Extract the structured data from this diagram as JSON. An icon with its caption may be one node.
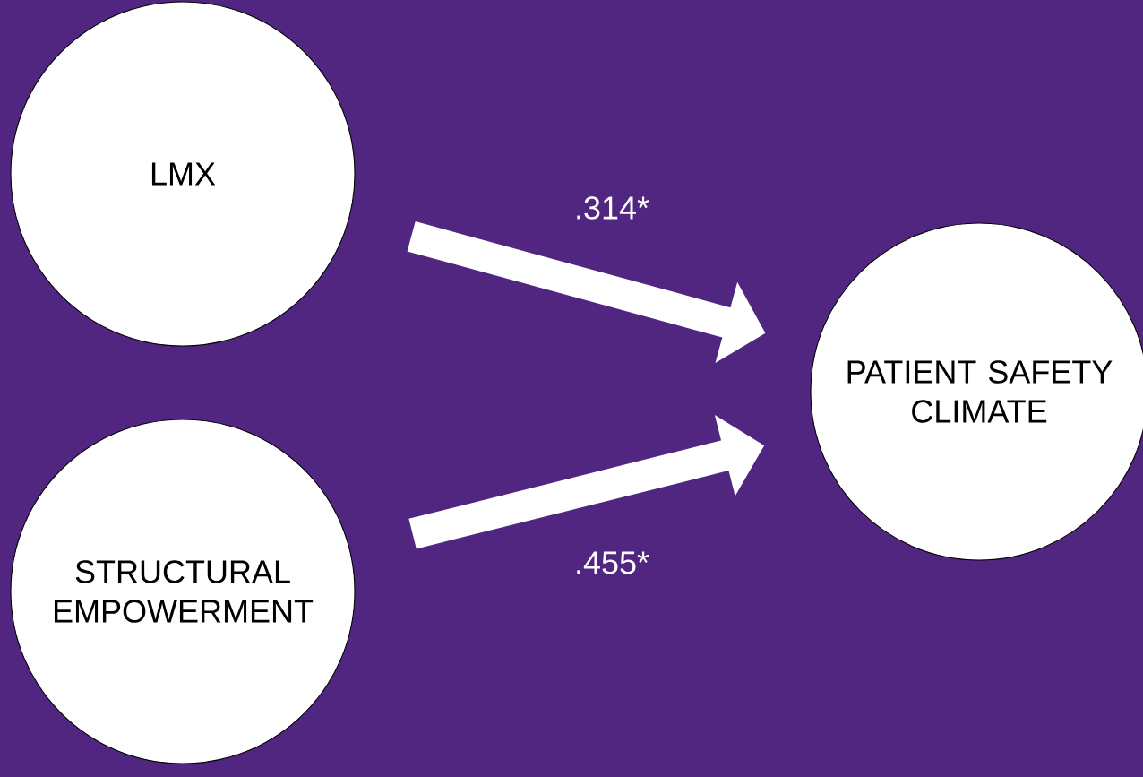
{
  "diagram": {
    "nodes": [
      {
        "text": [
          "LMX"
        ]
      },
      {
        "text": [
          "STRUCTURAL EMPOWERMENT"
        ]
      },
      {
        "text": [
          "PATIENT SAFETY CLIMATE"
        ]
      }
    ],
    "edges": [
      {
        "from": 0,
        "to": 2,
        "arrow": "to",
        "label": ".314*"
      },
      {
        "from": 1,
        "to": 2,
        "arrow": "to",
        "label": ".455*"
      }
    ]
  }
}
